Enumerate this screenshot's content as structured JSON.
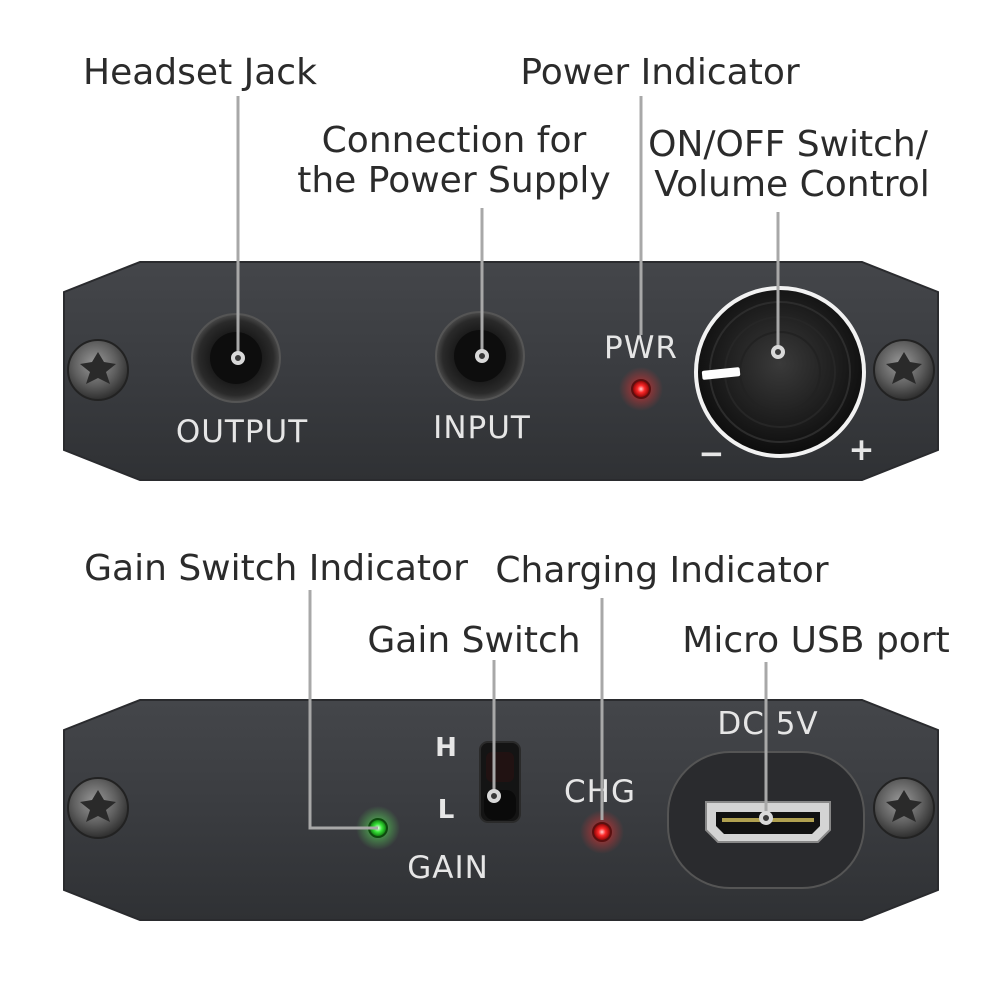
{
  "callouts": {
    "headset_jack": "Headset Jack",
    "power_indicator": "Power Indicator",
    "power_supply_line1": "Connection for",
    "power_supply_line2": "the Power Supply",
    "onoff_line1": "ON/OFF Switch/",
    "onoff_line2": "Volume Control",
    "gain_switch_indicator": "Gain Switch Indicator",
    "charging_indicator": "Charging Indicator",
    "gain_switch": "Gain Switch",
    "micro_usb": "Micro USB port"
  },
  "top_panel": {
    "output": "OUTPUT",
    "input": "INPUT",
    "pwr": "PWR",
    "minus": "−",
    "plus": "+"
  },
  "bottom_panel": {
    "h": "H",
    "l": "L",
    "gain": "GAIN",
    "chg": "CHG",
    "dc": "DC 5V"
  },
  "colors": {
    "panel": "#3b3d41",
    "led_red": "#ff2a2a",
    "led_green": "#39e639"
  }
}
